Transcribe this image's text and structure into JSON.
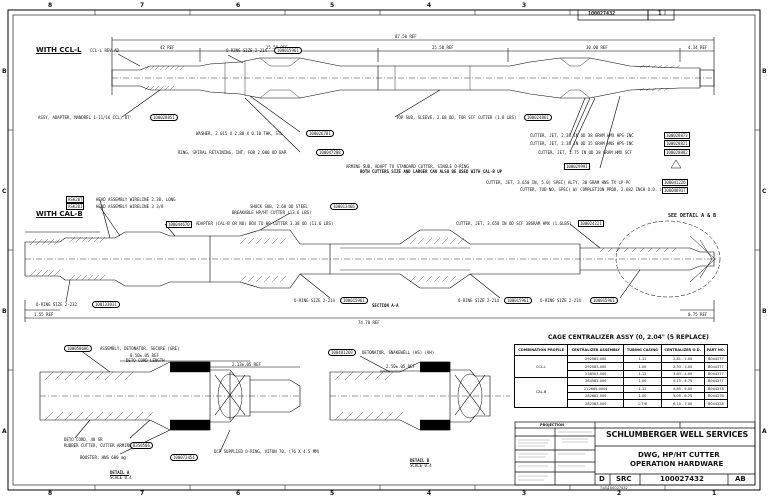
{
  "title_block": {
    "doc_top": "100027432",
    "sheet_no": "1",
    "company": "SCHLUMBERGER WELL SERVICES",
    "title_line1": "DWG, HP/HT CUTTER",
    "title_line2": "OPERATION HARDWARE",
    "size": "D",
    "cage_code": "SRC",
    "dwg_no": "100027432",
    "rev": "AB",
    "proj_label": "PROJECTION",
    "plotted": "T:\\A\\100027432"
  },
  "zones": {
    "top": [
      "8",
      "7",
      "6",
      "5",
      "4",
      "3",
      "2",
      "1"
    ],
    "side": [
      "B",
      "C",
      "B",
      "A"
    ]
  },
  "sections": {
    "ccl": "WITH CCL-L",
    "cal": "WITH CAL-B",
    "section": "SECTION A-A",
    "detail_a": "DETAIL A",
    "detail_a_scale": "SCALE 0.4",
    "detail_b": "DETAIL B",
    "detail_b_scale": "SCALE 0.4",
    "see_detail": "SEE DETAIL A & B"
  },
  "dims": {
    "ccl_overall": "87.50 REF",
    "ccl_d1": "42 REF",
    "ccl_d2": "25.50 REF",
    "ccl_d3": "25.50 REF",
    "ccl_d4": "30.00 REF",
    "ccl_d5": "4.34 REF",
    "cal_overall": "74.70 REF",
    "cal_d1": "1.55 REF",
    "cal_d2": "0.75 REF",
    "det_a1": "0.50±.05 REF",
    "det_a2": "DETO CORD LENGTH",
    "det_a3": "2.13±.05 REF",
    "det_b1": "2.50±.05 REF"
  },
  "callouts_ccl": [
    {
      "label": "CCL-L REV AD",
      "part": ""
    },
    {
      "label": "O-RING SIZE 2-214",
      "part": "100015961"
    },
    {
      "label": "ASSY, ADAPTER, MANDREL 1-11/16 CCL) DT'",
      "part": "100028851"
    },
    {
      "label": "WASHER, 2.015 X 2.88 X 0.10 THK, STL",
      "part": "100026781"
    },
    {
      "label": "RING, SPIRAL RETAINING, INT, FOR 2.000 OD BAR",
      "part": "100047208"
    },
    {
      "label": "TOP SUB, SLEEVE, 2.68 OD, FOR SCF CUTTER (1.8 LBS)",
      "part": "100024861"
    },
    {
      "label": "CUTTER, JET, 2.38 IN OD 38 GRAM HMX HPS-INC",
      "part": "100028873"
    },
    {
      "label": "CUTTER, JET, 2.38 IN OD 35 GRAM HNS HPS-INC",
      "part": "100028821"
    },
    {
      "label": "CUTTER, JET, 2.75 IN OD 38 GRAM HMX SCF",
      "part": "100028882"
    },
    {
      "label": "ARMING SUB, ADAPT TO STANDARD CUTTER, SINGLE O-RING",
      "part": "100029991"
    },
    {
      "label": "CUTTER, JET, 3.650 IN, 5.0) SPEC) ALTY, 38 GRAM HNS TX LP-PC",
      "part": "100041226"
    },
    {
      "label": "CUTTER, TUB NO, SPEC) W/ COMPLETION PROD, 2.682 INCH O.D. (1 GRAM)",
      "part": "100048937"
    }
  ],
  "ccl_note": "BOTH CUTTERS SIZE AND LARGER CAN ALSO BE USED WITH CAL-B UP",
  "callouts_cal": [
    {
      "label": "HEAD ASSEMBLY WIRELINE 2.38, LONG",
      "part": "ASK20T"
    },
    {
      "label": "HEAD ASSEMBLY WIRELINE 3 3/8",
      "part": "ASK20I"
    },
    {
      "label": "ADAPTER (CAL-B OR NO) BOX TO HP CUTTER 3.38 OD (11.6 LBS)",
      "part": "100044670"
    },
    {
      "label": "SHOCK SUB, 2.60 OD STEEL",
      "part": "100013466"
    },
    {
      "label": "BREAKABLE HP/HT CUTTER (13.6 LBS)",
      "part": ""
    },
    {
      "label": "CUTTER, JET, 3.658 IN OD SCF 38GRAM HMX (1.6LBS)",
      "part": "100024221"
    },
    {
      "label": "O-RING SIZE 2-232",
      "part": "100133031"
    },
    {
      "label": "O-RING SIZE 2-214",
      "part": "100015961"
    },
    {
      "label": "O-RING SIZE 2-214",
      "part": "100015961"
    },
    {
      "label": "O-RING SIZE 2-214",
      "part": "100015961"
    }
  ],
  "callouts_detail": [
    {
      "label": "ASSEMBLY, DETONATOR, SECURE (GRE)",
      "part": "100058686"
    },
    {
      "label": "DETO CORD, 40 GR",
      "part": ""
    },
    {
      "label": "RUBBER CUTTER, CUTTER ARMING",
      "part": "B350506"
    },
    {
      "label": "BOOSTER, HNS 600 mg",
      "part": "100073454"
    },
    {
      "label": "DCP SUPPLIED O-RING, VITON 70, (76 X 4.5 MM)",
      "part": ""
    },
    {
      "label": "DETONATOR, SNAKEWELL (HS) (VH)",
      "part": "100481269"
    }
  ],
  "cage_table": {
    "title": "CAGE CENTRALIZER ASSY (0, 2.04\" (5 REPLACE)",
    "headers": [
      "COMBINATION PROFILE",
      "CENTRALIZER ASSEMBLY",
      "TUBING CASING",
      "CENTRALIZER O.D.",
      "PART NO."
    ],
    "groups": [
      {
        "profile": "CCL-L",
        "rows": [
          [
            "292582-000",
            "1-12",
            "2.81 - 1.00",
            "B044277"
          ],
          [
            "292583-000",
            "1.00",
            "2.33 - 1.00",
            "B044377"
          ],
          [
            "238303-000",
            "1-12",
            "3.83 - 4.00",
            "B044277"
          ]
        ]
      },
      {
        "profile": "CAL-B",
        "rows": [
          [
            "264582-000",
            "1.00",
            "4.15 - 4.75",
            "B044277"
          ],
          [
            "212665-0004",
            "1-12",
            "4.85 - 5.00",
            "B044278"
          ],
          [
            "282682-000",
            "1.00",
            "5.05 - 6.75",
            "B044276"
          ],
          [
            "282383-000",
            "1-7/8",
            "6.15 - 7.00",
            "B044228"
          ]
        ]
      }
    ]
  }
}
